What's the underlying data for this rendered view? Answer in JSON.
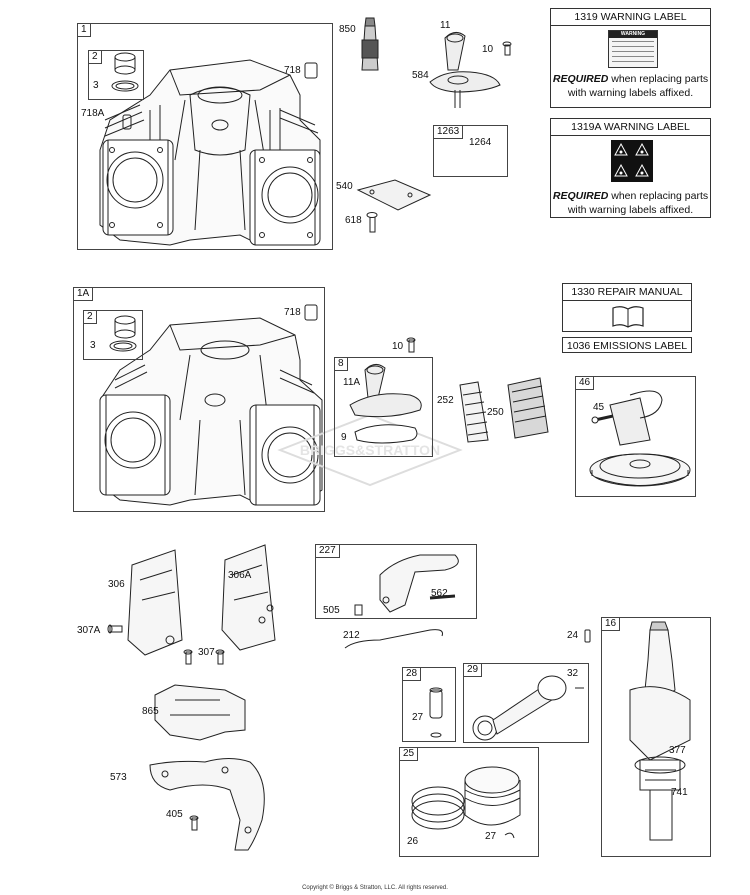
{
  "panels": {
    "p1": "1",
    "p2a": "2",
    "p1a": "1A",
    "p2b": "2",
    "p8": "8",
    "p1263": "1263",
    "p46": "46",
    "p227": "227",
    "p16": "16",
    "p28": "28",
    "p29": "29",
    "p25": "25"
  },
  "parts": {
    "n850": "850",
    "n11": "11",
    "n10a": "10",
    "n584": "584",
    "n718a": "718",
    "n3a": "3",
    "n718A": "718A",
    "n1264": "1264",
    "n540": "540",
    "n618": "618",
    "n718b": "718",
    "n3b": "3",
    "n10b": "10",
    "n11A": "11A",
    "n9": "9",
    "n252": "252",
    "n250": "250",
    "n45": "45",
    "n306": "306",
    "n306A": "306A",
    "n307A": "307A",
    "n307": "307",
    "n505": "505",
    "n562": "562",
    "n212": "212",
    "n24": "24",
    "n27a": "27",
    "n32": "32",
    "n865": "865",
    "n573": "573",
    "n405": "405",
    "n26": "26",
    "n27b": "27",
    "n377": "377",
    "n741": "741"
  },
  "labels": {
    "warn1319": {
      "title": "1319 WARNING LABEL",
      "sticker_head": "WARNING",
      "req_bold": "REQUIRED",
      "req_rest": " when replacing parts",
      "req_line2": "with warning labels affixed."
    },
    "warn1319A": {
      "title": "1319A WARNING LABEL",
      "req_bold": "REQUIRED",
      "req_rest": " when replacing parts",
      "req_line2": "with warning labels affixed."
    },
    "manual": "1330 REPAIR MANUAL",
    "emissions": "1036 EMISSIONS LABEL"
  },
  "copyright": "Copyright © Briggs & Stratton, LLC. All rights reserved."
}
